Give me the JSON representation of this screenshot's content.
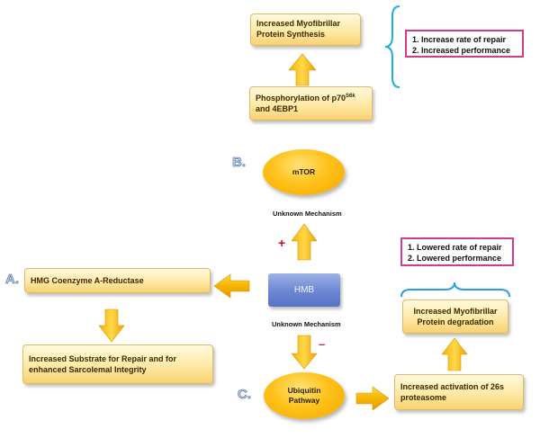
{
  "letters": {
    "a": "A.",
    "b": "B.",
    "c": "C."
  },
  "nodes": {
    "increased_synthesis": "Increased Myofibrillar Protein Synthesis",
    "phosphorylation_main": "Phosphorylation of p70",
    "phosphorylation_sup": "S6k",
    "phosphorylation_tail": "and 4EBP1",
    "mtor": "mTOR",
    "hmb": "HMB",
    "hmg": "HMG Coenzyme A-Reductase",
    "substrate": "Increased Substrate for Repair and for enhanced Sarcolemal Integrity",
    "ubiquitin": "Ubiquitin Pathway",
    "proteasome": "Increased activation of 26s proteasome",
    "degradation": "Increased Myofibrillar Protein degradation"
  },
  "labels": {
    "unknown_top": "Unknown Mechanism",
    "unknown_bottom": "Unknown Mechanism",
    "plus": "+",
    "minus": "–"
  },
  "outcomes_positive": [
    "1. Increase rate of repair",
    "2. Increased performance"
  ],
  "outcomes_negative": [
    "1. Lowered rate of repair",
    "2. Lowered performance"
  ],
  "colors": {
    "arrow": "#f5b400",
    "plus": "#c0142c",
    "minus": "#d0186b",
    "brace_teal": "#1eaee0",
    "brace_blue": "#2a9ee0",
    "box_border_pink": "#d23a8a",
    "hmb_box": "#6e88d4"
  }
}
